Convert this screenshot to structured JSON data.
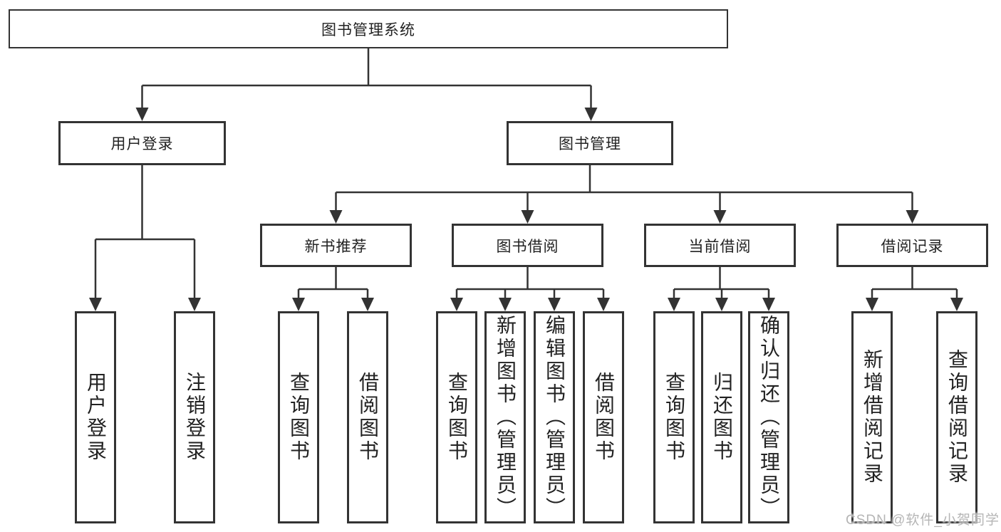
{
  "title": "图书管理系统",
  "level2": [
    {
      "id": "user-login",
      "label": "用户登录",
      "parent": "图书管理系统"
    },
    {
      "id": "book-management",
      "label": "图书管理",
      "parent": "图书管理系统"
    }
  ],
  "level3": [
    {
      "id": "new-book-recommend",
      "label": "新书推荐",
      "parent": "图书管理"
    },
    {
      "id": "book-borrow",
      "label": "图书借阅",
      "parent": "图书管理"
    },
    {
      "id": "current-borrow",
      "label": "当前借阅",
      "parent": "图书管理"
    },
    {
      "id": "borrow-records",
      "label": "借阅记录",
      "parent": "图书管理"
    }
  ],
  "leaves": [
    {
      "id": "leaf-user-login",
      "label": "用户登录",
      "parent": "用户登录"
    },
    {
      "id": "leaf-logout",
      "label": "注销登录",
      "parent": "用户登录"
    },
    {
      "id": "leaf-query-book-recommend",
      "label": "查询图书",
      "parent": "新书推荐"
    },
    {
      "id": "leaf-borrow-book-recommend",
      "label": "借阅图书",
      "parent": "新书推荐"
    },
    {
      "id": "leaf-query-book-borrow",
      "label": "查询图书",
      "parent": "图书借阅"
    },
    {
      "id": "leaf-add-book-admin",
      "label": "新增图书（管理员）",
      "parent": "图书借阅"
    },
    {
      "id": "leaf-edit-book-admin",
      "label": "编辑图书（管理员）",
      "parent": "图书借阅"
    },
    {
      "id": "leaf-borrow-book",
      "label": "借阅图书",
      "parent": "图书借阅"
    },
    {
      "id": "leaf-query-book-current",
      "label": "查询图书",
      "parent": "当前借阅"
    },
    {
      "id": "leaf-return-book",
      "label": "归还图书",
      "parent": "当前借阅"
    },
    {
      "id": "leaf-confirm-return-admin",
      "label": "确认归还（管理员）",
      "parent": "当前借阅"
    },
    {
      "id": "leaf-add-borrow-record",
      "label": "新增借阅记录",
      "parent": "借阅记录"
    },
    {
      "id": "leaf-query-borrow-record",
      "label": "查询借阅记录",
      "parent": "借阅记录"
    }
  ],
  "watermark": "CSDN @软件_小贺同学",
  "colors": {
    "line": "#333333",
    "box_border": "#333333",
    "box_background": "#ffffff",
    "text": "#222222",
    "watermark": "#b5b5b5",
    "page_background": "#ffffff"
  }
}
